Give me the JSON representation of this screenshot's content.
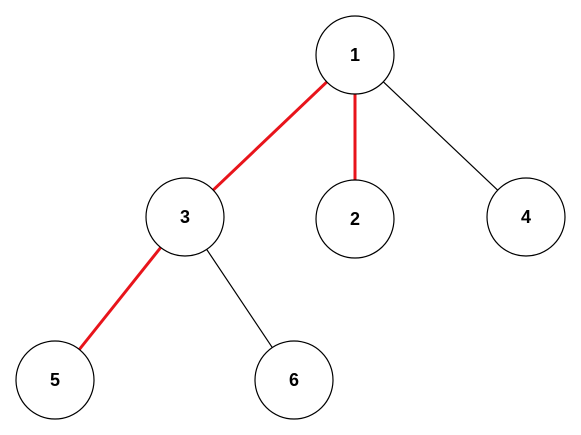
{
  "diagram": {
    "type": "tree",
    "colors": {
      "highlight_edge": "#e8141b",
      "normal_edge": "#000000",
      "node_stroke": "#000000",
      "node_fill": "#ffffff",
      "label": "#000000"
    },
    "nodes": [
      {
        "id": "n1",
        "label": "1"
      },
      {
        "id": "n3",
        "label": "3"
      },
      {
        "id": "n2",
        "label": "2"
      },
      {
        "id": "n4",
        "label": "4"
      },
      {
        "id": "n5",
        "label": "5"
      },
      {
        "id": "n6",
        "label": "6"
      }
    ],
    "edges": [
      {
        "from": "1",
        "to": "3",
        "highlighted": true
      },
      {
        "from": "1",
        "to": "2",
        "highlighted": true
      },
      {
        "from": "1",
        "to": "4",
        "highlighted": false
      },
      {
        "from": "3",
        "to": "5",
        "highlighted": true
      },
      {
        "from": "3",
        "to": "6",
        "highlighted": false
      }
    ]
  }
}
